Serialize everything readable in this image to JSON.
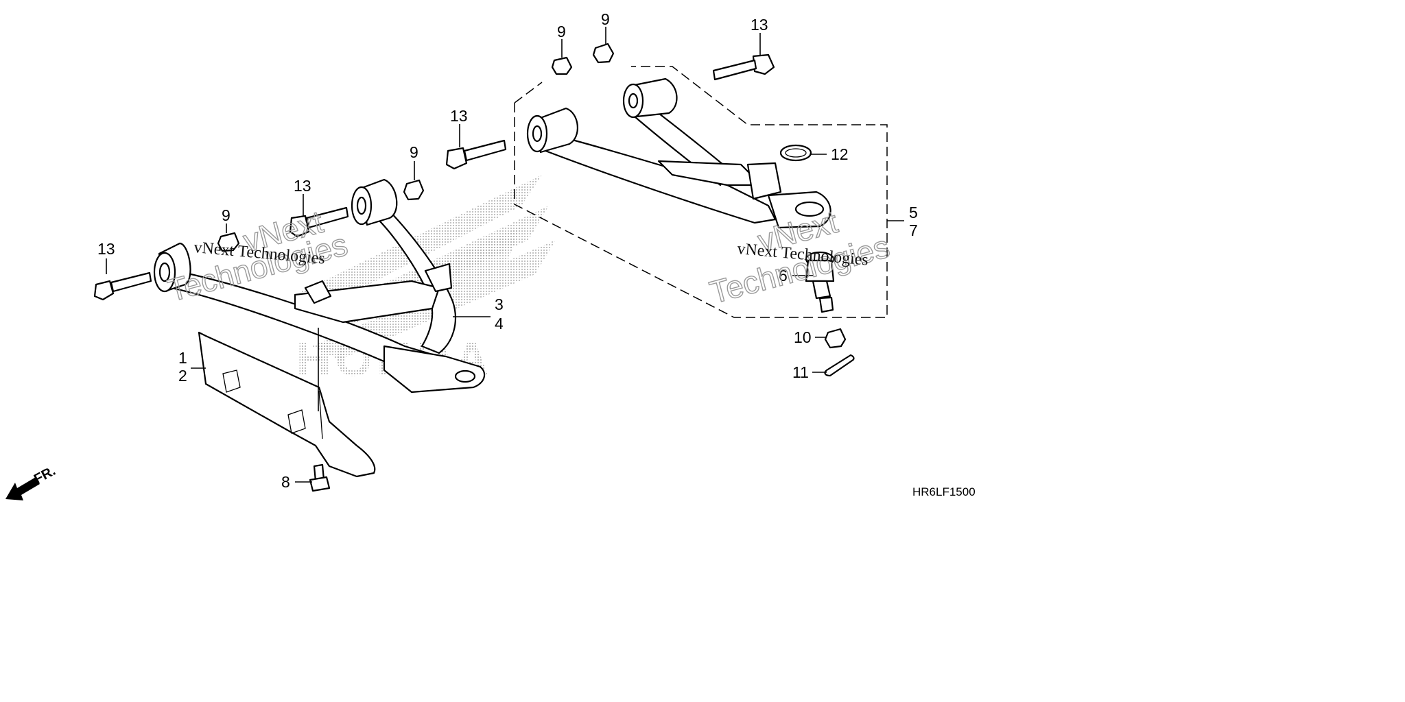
{
  "diagram": {
    "callouts": {
      "c1": "1",
      "c2": "2",
      "c3": "3",
      "c4": "4",
      "c5": "5",
      "c6": "6",
      "c7": "7",
      "c8": "8",
      "c9a": "9",
      "c9b": "9",
      "c9c": "9",
      "c9d": "9",
      "c10": "10",
      "c11": "11",
      "c12": "12",
      "c13a": "13",
      "c13b": "13",
      "c13c": "13",
      "c13d": "13"
    },
    "direction_label": "FR.",
    "diagram_code": "HR6LF1500",
    "watermarks": {
      "left_vnext": "vNext",
      "left_tech": "Technologies",
      "left_serif": "vNext Technologies",
      "right_vnext": "vNext",
      "right_tech": "Technologies",
      "right_serif": "vNext Technologies",
      "brand": "HONDA"
    }
  }
}
